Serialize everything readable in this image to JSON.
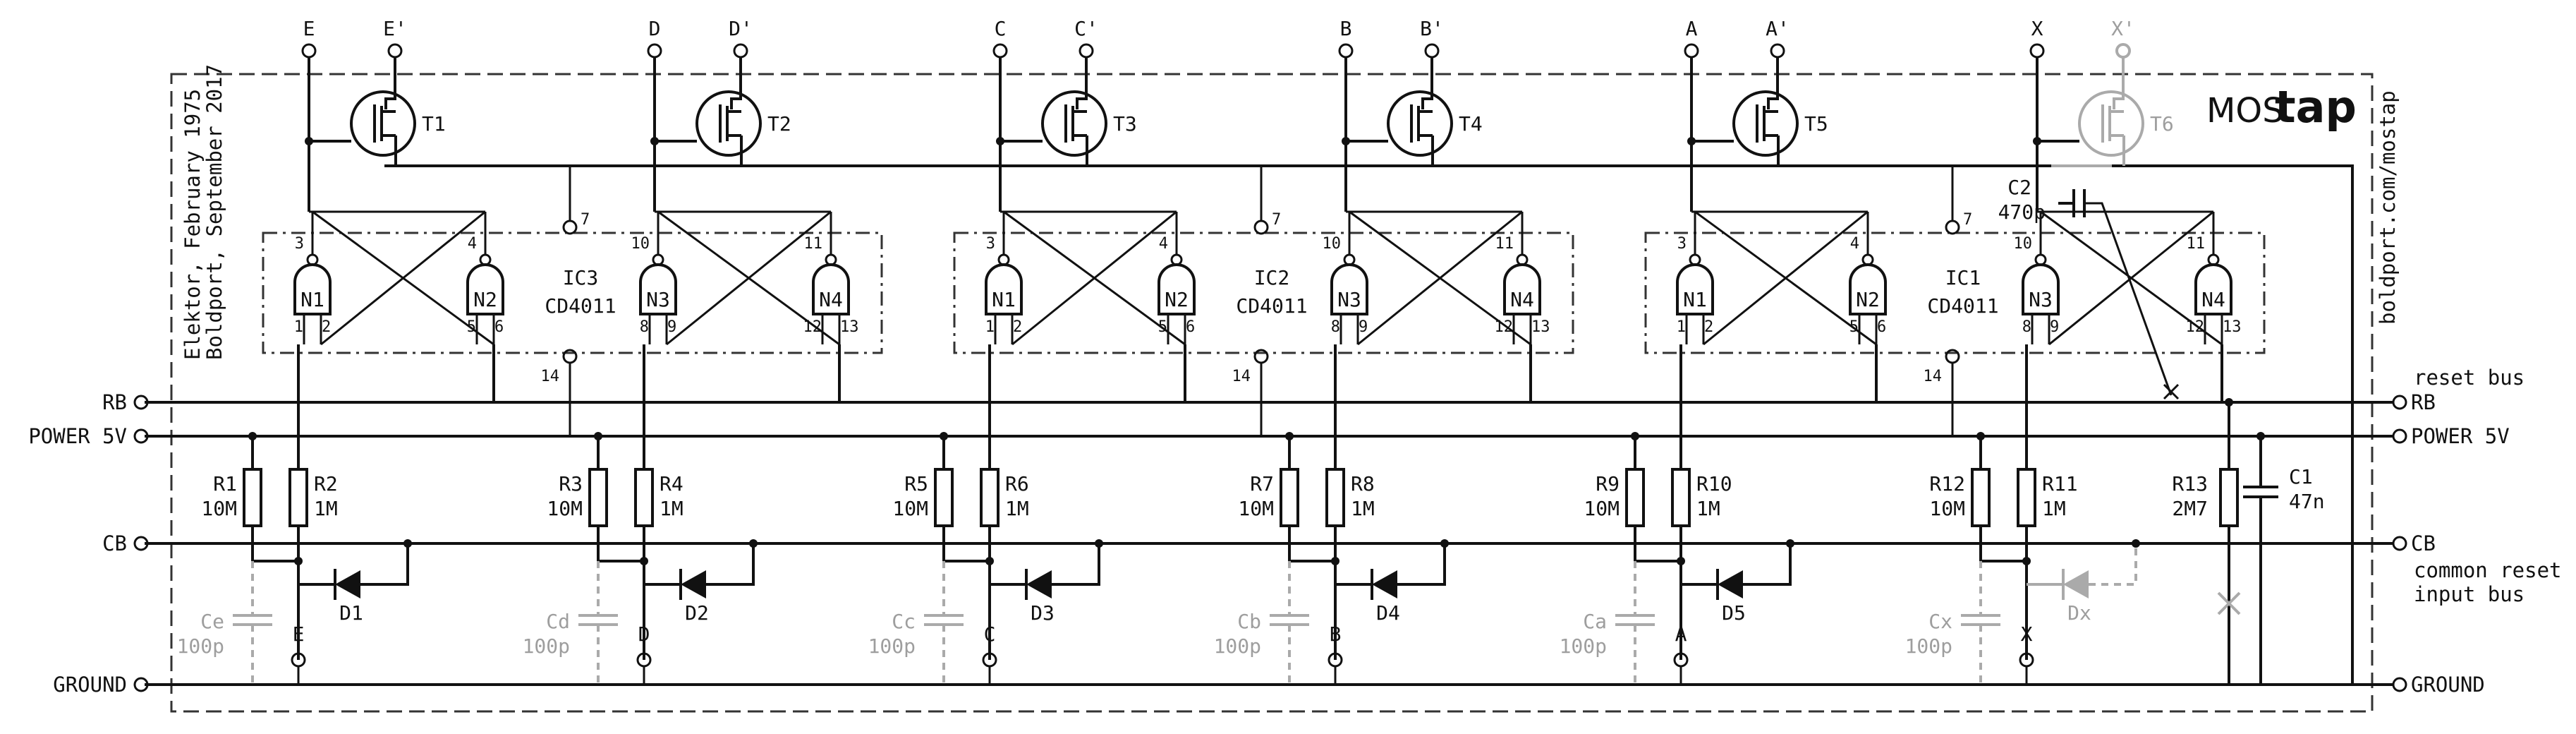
{
  "rails": {
    "rb": "RB",
    "power": "POWER 5V",
    "cb": "CB",
    "ground": "GROUND"
  },
  "right_notes": {
    "reset_bus": "reset bus",
    "common_reset_1": "common reset",
    "common_reset_2": "input bus"
  },
  "credits": {
    "line1": "Elektor, February 1975",
    "line2": "Boldport, September 2017",
    "url": "boldport.com/mostap"
  },
  "logo": {
    "light": "MOS",
    "bold": "tap"
  },
  "colors": {
    "ink": "#111111",
    "ghost": "#aaaaaa"
  },
  "stages": [
    {
      "top": "E",
      "topp": "E'",
      "t": "T1",
      "ra": "R1",
      "rav": "10M",
      "rb": "R2",
      "rbv": "1M",
      "d": "D1",
      "c": "Ce",
      "cv": "100p",
      "out": "E",
      "gl": "N1",
      "glp": [
        "3",
        "1",
        "2"
      ],
      "gr": "N2",
      "grp": [
        "4",
        "5",
        "6"
      ],
      "ic": "IC3",
      "icp": "CD4011",
      "p7": "7",
      "p14": "14"
    },
    {
      "top": "D",
      "topp": "D'",
      "t": "T2",
      "ra": "R3",
      "rav": "10M",
      "rb": "R4",
      "rbv": "1M",
      "d": "D2",
      "c": "Cd",
      "cv": "100p",
      "out": "D",
      "gl": "N3",
      "glp": [
        "10",
        "8",
        "9"
      ],
      "gr": "N4",
      "grp": [
        "11",
        "12",
        "13"
      ]
    },
    {
      "top": "C",
      "topp": "C'",
      "t": "T3",
      "ra": "R5",
      "rav": "10M",
      "rb": "R6",
      "rbv": "1M",
      "d": "D3",
      "c": "Cc",
      "cv": "100p",
      "out": "C",
      "gl": "N1",
      "glp": [
        "3",
        "1",
        "2"
      ],
      "gr": "N2",
      "grp": [
        "4",
        "5",
        "6"
      ],
      "ic": "IC2",
      "icp": "CD4011",
      "p7": "7",
      "p14": "14"
    },
    {
      "top": "B",
      "topp": "B'",
      "t": "T4",
      "ra": "R7",
      "rav": "10M",
      "rb": "R8",
      "rbv": "1M",
      "d": "D4",
      "c": "Cb",
      "cv": "100p",
      "out": "B",
      "gl": "N3",
      "glp": [
        "10",
        "8",
        "9"
      ],
      "gr": "N4",
      "grp": [
        "11",
        "12",
        "13"
      ]
    },
    {
      "top": "A",
      "topp": "A'",
      "t": "T5",
      "ra": "R9",
      "rav": "10M",
      "rb": "R10",
      "rbv": "1M",
      "d": "D5",
      "c": "Ca",
      "cv": "100p",
      "out": "A",
      "gl": "N1",
      "glp": [
        "3",
        "1",
        "2"
      ],
      "gr": "N2",
      "grp": [
        "4",
        "5",
        "6"
      ],
      "ic": "IC1",
      "icp": "CD4011",
      "p7": "7",
      "p14": "14"
    },
    {
      "top": "X",
      "topp": "X'",
      "t": "T6",
      "ra": "R12",
      "rav": "10M",
      "rb": "R11",
      "rbv": "1M",
      "d": "Dx",
      "c": "Cx",
      "cv": "100p",
      "out": "X",
      "gl": "N3",
      "glp": [
        "10",
        "8",
        "9"
      ],
      "gr": "N4",
      "grp": [
        "11",
        "12",
        "13"
      ]
    }
  ],
  "extra": {
    "c2": "C2",
    "c2v": "470p",
    "r13": "R13",
    "r13v": "2M7",
    "c1": "C1",
    "c1v": "47n"
  }
}
